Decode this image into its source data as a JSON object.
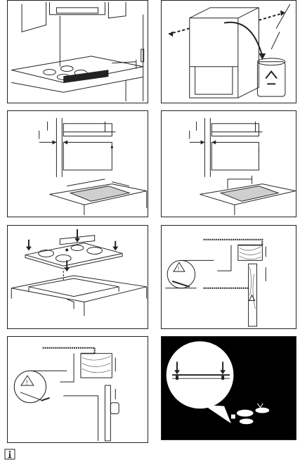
{
  "panels": [
    {
      "id": "p1",
      "name": "installation-step-1-kitchen-cabinet"
    },
    {
      "id": "p2",
      "name": "installation-step-2-cabinet-recycle"
    },
    {
      "id": "p3",
      "name": "installation-step-3-dimensions"
    },
    {
      "id": "p4",
      "name": "installation-step-4-dimensions"
    },
    {
      "id": "p5",
      "name": "installation-step-5-hob-insertion"
    },
    {
      "id": "p6",
      "name": "installation-step-6-seal-detail"
    },
    {
      "id": "p7",
      "name": "installation-step-7-fixing-detail"
    },
    {
      "id": "p8",
      "name": "installation-step-8-sealing-check"
    }
  ],
  "icons": {
    "info": "info-icon",
    "warning": "warning-triangle-icon",
    "recycle": "recycle-icon"
  },
  "colors": {
    "line": "#222222",
    "dark_panel": "#000000",
    "gray_surface": "#cfcfcf"
  }
}
